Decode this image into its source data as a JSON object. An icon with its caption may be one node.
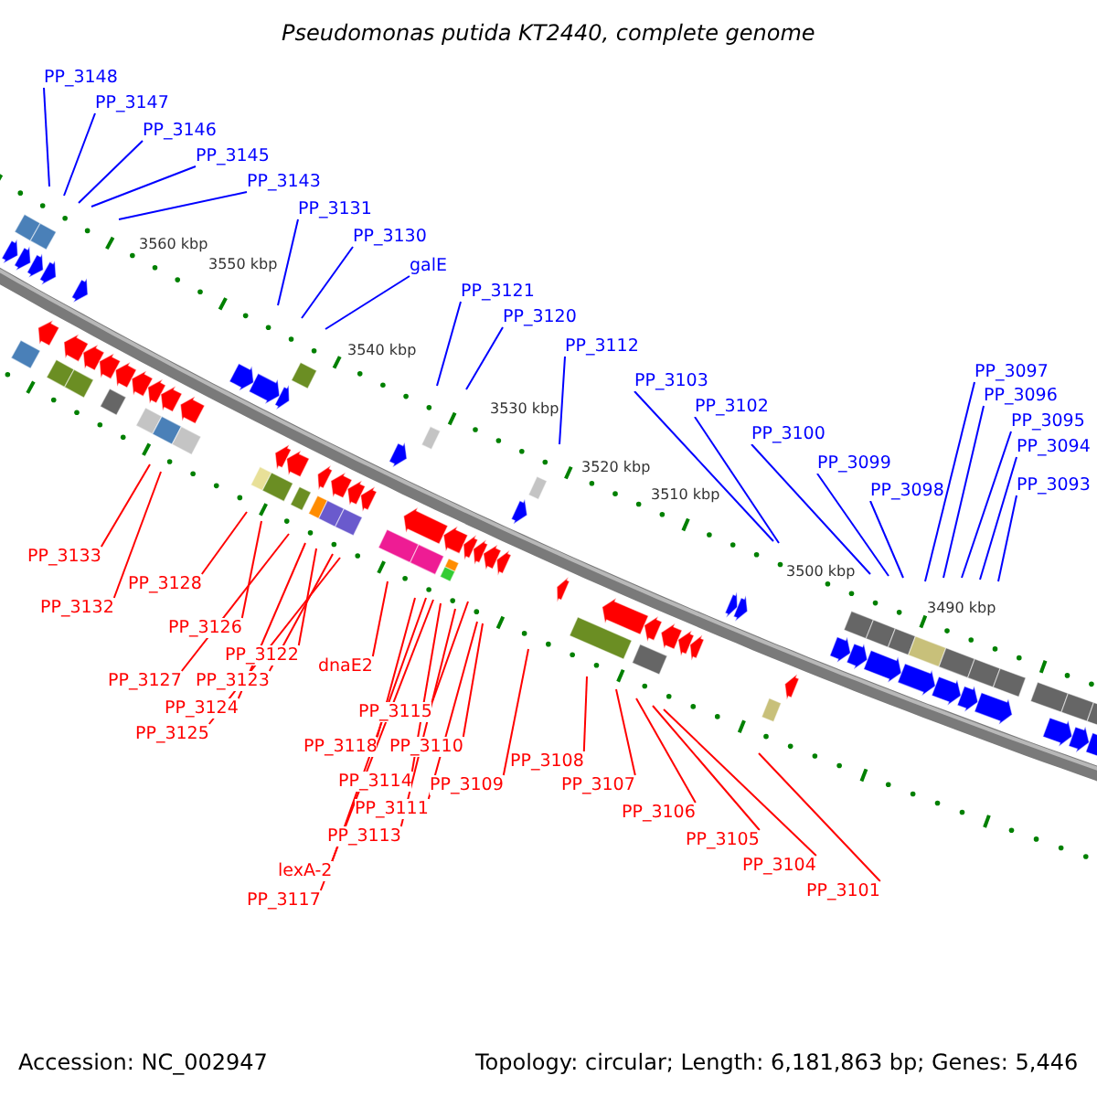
{
  "diagram": {
    "title": "Pseudomonas putida KT2440, complete genome",
    "nodes": [
      {
        "text": [
          "PP_3148"
        ]
      },
      {
        "text": [
          "PP_3147"
        ]
      },
      {
        "text": [
          "PP_3146"
        ]
      },
      {
        "text": [
          "PP_3145"
        ]
      },
      {
        "text": [
          "PP_3143"
        ]
      },
      {
        "text": [
          "PP_3131"
        ]
      },
      {
        "text": [
          "PP_3130"
        ]
      },
      {
        "text": [
          "galE"
        ]
      },
      {
        "text": [
          "PP_3121"
        ]
      },
      {
        "text": [
          "PP_3120"
        ]
      },
      {
        "text": [
          "PP_3112"
        ]
      },
      {
        "text": [
          "PP_3103"
        ]
      },
      {
        "text": [
          "PP_3102"
        ]
      },
      {
        "text": [
          "PP_3100"
        ]
      },
      {
        "text": [
          "PP_3099"
        ]
      },
      {
        "text": [
          "PP_3098"
        ]
      },
      {
        "text": [
          "PP_3097"
        ]
      },
      {
        "text": [
          "PP_3096"
        ]
      },
      {
        "text": [
          "PP_3095"
        ]
      },
      {
        "text": [
          "PP_3094"
        ]
      },
      {
        "text": [
          "PP_3093"
        ]
      },
      {
        "text": [
          "PP_3133"
        ]
      },
      {
        "text": [
          "PP_3128"
        ]
      },
      {
        "text": [
          "PP_3132"
        ]
      },
      {
        "text": [
          "PP_3126"
        ]
      },
      {
        "text": [
          "PP_3122"
        ]
      },
      {
        "text": [
          "dnaE2"
        ]
      },
      {
        "text": [
          "PP_3127"
        ]
      },
      {
        "text": [
          "PP_3123"
        ]
      },
      {
        "text": [
          "PP_3124"
        ]
      },
      {
        "text": [
          "PP_3115"
        ]
      },
      {
        "text": [
          "PP_3125"
        ]
      },
      {
        "text": [
          "PP_3118"
        ]
      },
      {
        "text": [
          "PP_3110"
        ]
      },
      {
        "text": [
          "PP_3114"
        ]
      },
      {
        "text": [
          "PP_3109"
        ]
      },
      {
        "text": [
          "PP_3111"
        ]
      },
      {
        "text": [
          "PP_3113"
        ]
      },
      {
        "text": [
          "lexA-2"
        ]
      },
      {
        "text": [
          "PP_3117"
        ]
      },
      {
        "text": [
          "PP_3108"
        ]
      },
      {
        "text": [
          "PP_3107"
        ]
      },
      {
        "text": [
          "PP_3106"
        ]
      },
      {
        "text": [
          "PP_3105"
        ]
      },
      {
        "text": [
          "PP_3104"
        ]
      },
      {
        "text": [
          "PP_3101"
        ]
      }
    ],
    "edges": [
      {
        "from": 0,
        "to": null,
        "arrow": "none",
        "color": "#0000ff"
      },
      {
        "from": 1,
        "to": null,
        "arrow": "none",
        "color": "#0000ff"
      },
      {
        "from": 2,
        "to": null,
        "arrow": "none",
        "color": "#0000ff"
      },
      {
        "from": 3,
        "to": null,
        "arrow": "none",
        "color": "#0000ff"
      },
      {
        "from": 4,
        "to": null,
        "arrow": "none",
        "color": "#0000ff"
      },
      {
        "from": 5,
        "to": null,
        "arrow": "none",
        "color": "#0000ff"
      },
      {
        "from": 6,
        "to": null,
        "arrow": "none",
        "color": "#0000ff"
      },
      {
        "from": 7,
        "to": null,
        "arrow": "none",
        "color": "#0000ff"
      },
      {
        "from": 8,
        "to": null,
        "arrow": "none",
        "color": "#0000ff"
      },
      {
        "from": 9,
        "to": null,
        "arrow": "none",
        "color": "#0000ff"
      },
      {
        "from": 10,
        "to": null,
        "arrow": "none",
        "color": "#0000ff"
      },
      {
        "from": 11,
        "to": null,
        "arrow": "none",
        "color": "#0000ff"
      },
      {
        "from": 12,
        "to": null,
        "arrow": "none",
        "color": "#0000ff"
      },
      {
        "from": 13,
        "to": null,
        "arrow": "none",
        "color": "#0000ff"
      },
      {
        "from": 14,
        "to": null,
        "arrow": "none",
        "color": "#0000ff"
      },
      {
        "from": 15,
        "to": null,
        "arrow": "none",
        "color": "#0000ff"
      },
      {
        "from": 16,
        "to": null,
        "arrow": "none",
        "color": "#0000ff"
      },
      {
        "from": 17,
        "to": null,
        "arrow": "none",
        "color": "#0000ff"
      },
      {
        "from": 18,
        "to": null,
        "arrow": "none",
        "color": "#0000ff"
      },
      {
        "from": 19,
        "to": null,
        "arrow": "none",
        "color": "#0000ff"
      },
      {
        "from": 20,
        "to": null,
        "arrow": "none",
        "color": "#0000ff"
      },
      {
        "from": 21,
        "to": null,
        "arrow": "none"
      },
      {
        "from": 22,
        "to": null,
        "arrow": "none"
      },
      {
        "from": 23,
        "to": null,
        "arrow": "none"
      },
      {
        "from": 24,
        "to": null,
        "arrow": "none"
      },
      {
        "from": 25,
        "to": null,
        "arrow": "none"
      },
      {
        "from": 26,
        "to": null,
        "arrow": "none"
      },
      {
        "from": 27,
        "to": null,
        "arrow": "none"
      },
      {
        "from": 28,
        "to": null,
        "arrow": "none"
      },
      {
        "from": 29,
        "to": null,
        "arrow": "none"
      },
      {
        "from": 30,
        "to": null,
        "arrow": "none"
      },
      {
        "from": 31,
        "to": null,
        "arrow": "none"
      },
      {
        "from": 32,
        "to": null,
        "arrow": "none"
      },
      {
        "from": 33,
        "to": null,
        "arrow": "none"
      },
      {
        "from": 34,
        "to": null,
        "arrow": "none"
      },
      {
        "from": 35,
        "to": null,
        "arrow": "none"
      },
      {
        "from": 36,
        "to": null,
        "arrow": "none"
      },
      {
        "from": 37,
        "to": null,
        "arrow": "none"
      },
      {
        "from": 38,
        "to": null,
        "arrow": "none"
      },
      {
        "from": 39,
        "to": null,
        "arrow": "none"
      },
      {
        "from": 40,
        "to": null,
        "arrow": "none"
      },
      {
        "from": 41,
        "to": null,
        "arrow": "none"
      },
      {
        "from": 42,
        "to": null,
        "arrow": "none"
      },
      {
        "from": 43,
        "to": null,
        "arrow": "none"
      },
      {
        "from": 44,
        "to": null,
        "arrow": "none"
      },
      {
        "from": 45,
        "to": null,
        "arrow": "none"
      }
    ],
    "labels": [
      "3560 kbp",
      "3550 kbp",
      "3540 kbp",
      "3530 kbp",
      "3520 kbp",
      "3510 kbp",
      "3500 kbp",
      "3490 kbp",
      "Accession: NC_002947",
      "Topology: circular; Length: 6,181,863 bp; Genes: 5,446"
    ]
  }
}
